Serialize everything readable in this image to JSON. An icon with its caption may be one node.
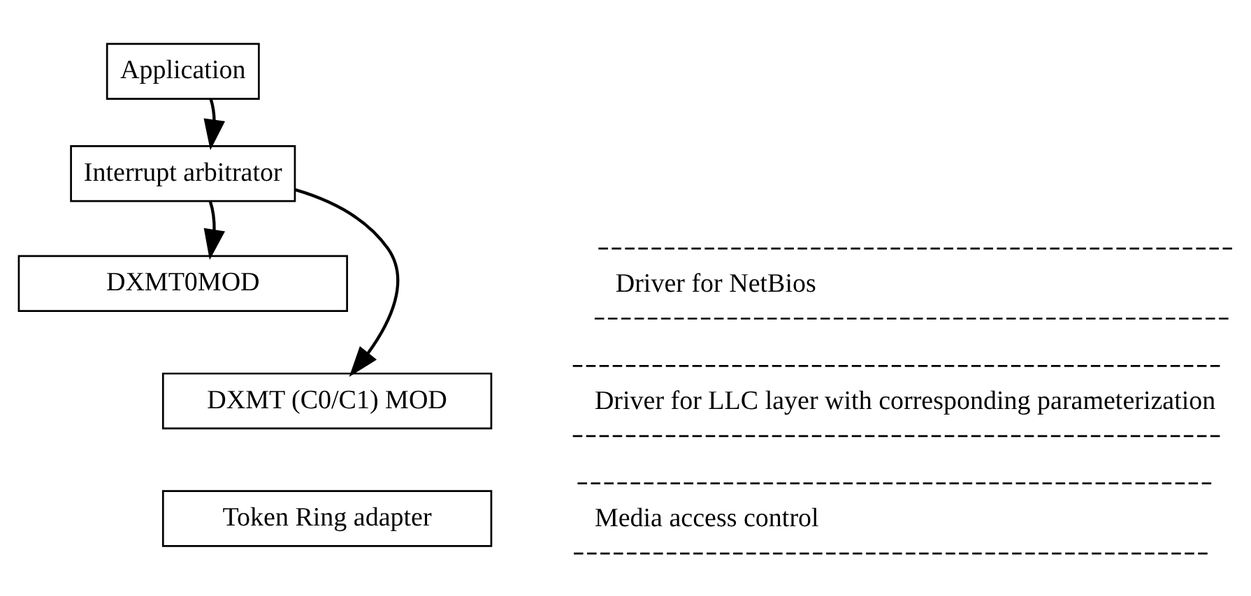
{
  "diagram": {
    "nodes": [
      {
        "text": [
          "Application"
        ]
      },
      {
        "text": [
          "Interrupt arbitrator"
        ]
      },
      {
        "text": [
          "DXMT0MOD"
        ]
      },
      {
        "text": [
          "DXMT (C0/C1) MOD"
        ]
      },
      {
        "text": [
          "Token Ring adapter"
        ]
      }
    ],
    "edges": [
      {
        "from": 0,
        "to": 1,
        "arrow": "to"
      },
      {
        "from": 1,
        "to": 2,
        "arrow": "to"
      },
      {
        "from": 1,
        "to": 3,
        "arrow": "to"
      }
    ],
    "labels": [
      "Driver for NetBios",
      "Driver for LLC layer with corresponding parameterization",
      "Media access control"
    ]
  }
}
